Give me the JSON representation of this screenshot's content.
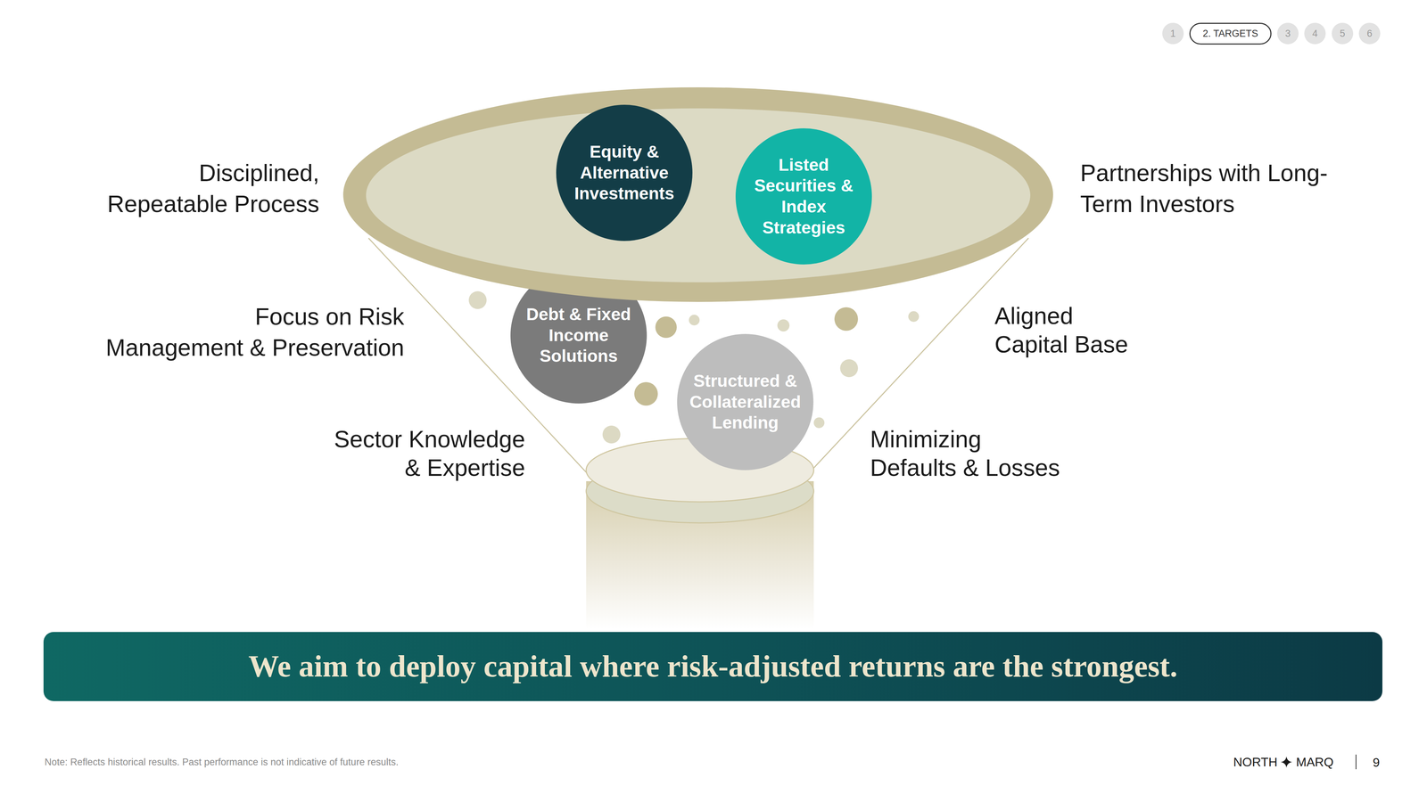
{
  "diagram": {
    "nodes": [
      {
        "text": [
          "1"
        ]
      },
      {
        "text": [
          "2. TARGETS"
        ]
      },
      {
        "text": [
          "3"
        ]
      },
      {
        "text": [
          "4"
        ]
      },
      {
        "text": [
          "5"
        ]
      },
      {
        "text": [
          "6"
        ]
      },
      {
        "text": [
          "Equity & Alternative Investments"
        ]
      },
      {
        "text": [
          "Listed Securities & Index Strategies"
        ]
      },
      {
        "text": [
          "Debt & Fixed Income Solutions"
        ]
      },
      {
        "text": [
          "Structured & Collateralized Lending"
        ]
      },
      {
        "text": [
          "We aim to deploy capital where risk-adjusted returns are the strongest."
        ]
      }
    ],
    "labels": [
      "Disciplined, Repeatable Process",
      "Partnerships with Long-Term Investors",
      "Focus on Risk Management & Preservation",
      "Aligned Capital Base",
      "Sector Knowledge & Expertise",
      "Minimizing Defaults & Losses",
      "Note: Reflects historical results. Past performance is not indicative of future results.",
      "NORTH",
      "MARQ",
      "9"
    ]
  }
}
